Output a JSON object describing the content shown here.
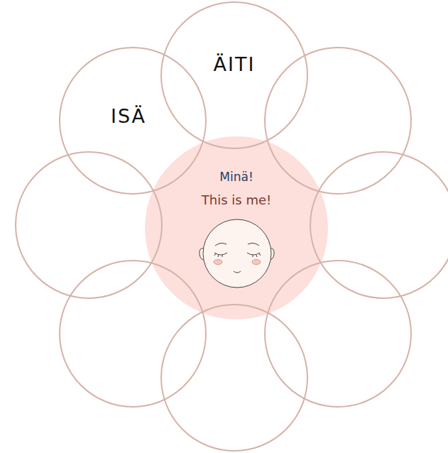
{
  "diagram": {
    "nodes": [
      {
        "text": [
          "ÄITI"
        ]
      },
      {
        "text": [
          "ISÄ"
        ]
      },
      {
        "text": [
          "Minä!",
          "This is me!"
        ]
      }
    ]
  }
}
